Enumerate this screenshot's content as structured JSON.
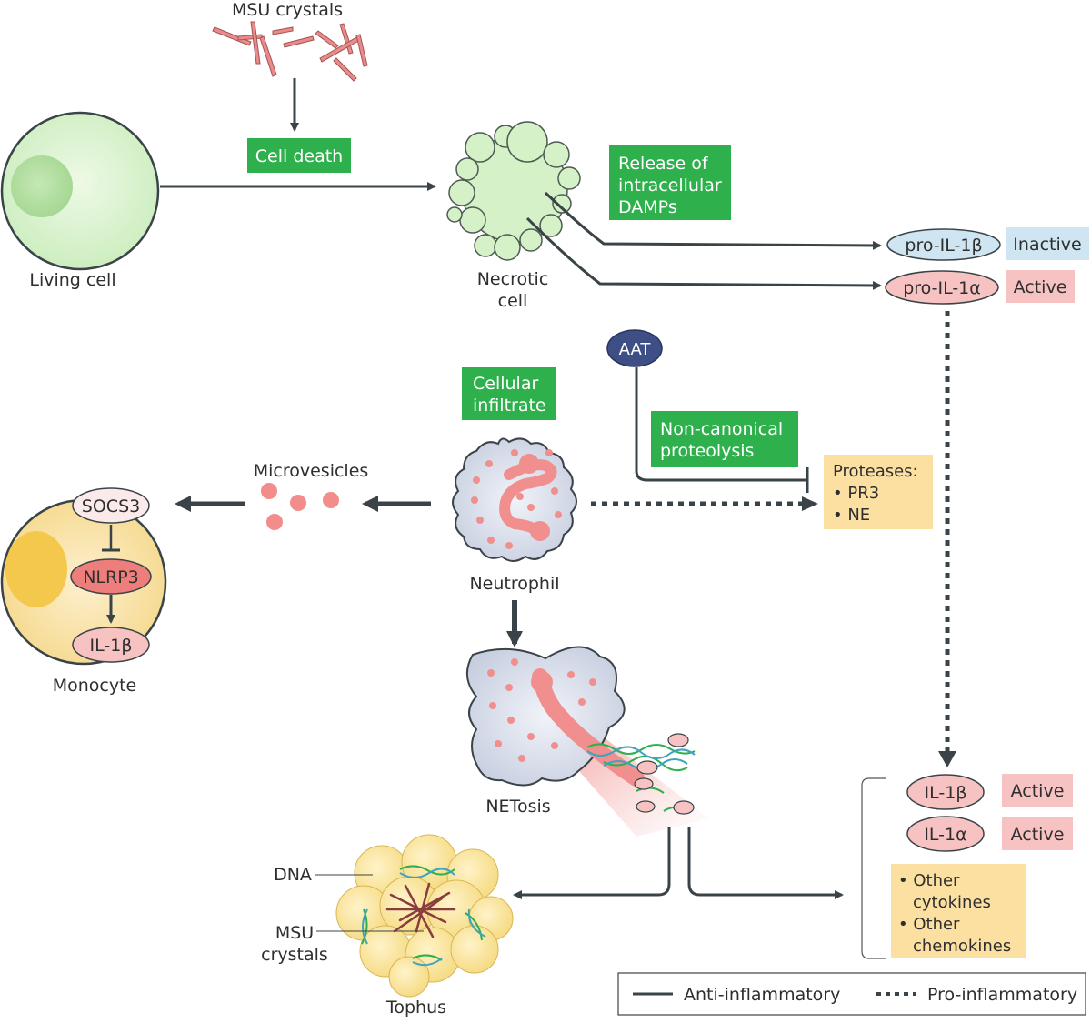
{
  "labels": {
    "msu_crystals_top": "MSU crystals",
    "cell_death": "Cell death",
    "living_cell": "Living cell",
    "necrotic_cell_line1": "Necrotic",
    "necrotic_cell_line2": "cell",
    "release_line1": "Release of",
    "release_line2": "intracellular",
    "release_line3": "DAMPs",
    "pro_il1b": "pro-IL-1β",
    "pro_il1a": "pro-IL-1α",
    "inactive": "Inactive",
    "active": "Active",
    "aat": "AAT",
    "cellular_line1": "Cellular",
    "cellular_line2": "infiltrate",
    "noncanonical_line1": "Non-canonical",
    "noncanonical_line2": "proteolysis",
    "proteases_title": "Proteases:",
    "proteases_pr3": "• PR3",
    "proteases_ne": "• NE",
    "microvesicles": "Microvesicles",
    "neutrophil": "Neutrophil",
    "socs3": "SOCS3",
    "nlrp3": "NLRP3",
    "il1b_mono": "IL-1β",
    "monocyte": "Monocyte",
    "netosis": "NETosis",
    "dna": "DNA",
    "msu_line1": "MSU",
    "msu_line2": "crystals",
    "tophus": "Tophus",
    "il1b_out": "IL-1β",
    "il1a_out": "IL-1α",
    "active_1": "Active",
    "active_2": "Active",
    "other_cyt_line1": "• Other",
    "other_cyt_line2": "cytokines",
    "other_chem_line1": "• Other",
    "other_chem_line2": "chemokines"
  },
  "legend": {
    "solid": "Anti-inflammatory",
    "dashed": "Pro-inflammatory"
  },
  "colors": {
    "green_box": "#2eb04c",
    "blue_tag": "#cfe6f2",
    "pink_tag": "#f7c3c2",
    "yellow_box": "#fbe0a2",
    "arrow": "#3a4448",
    "aat_fill": "#3e4f86"
  }
}
